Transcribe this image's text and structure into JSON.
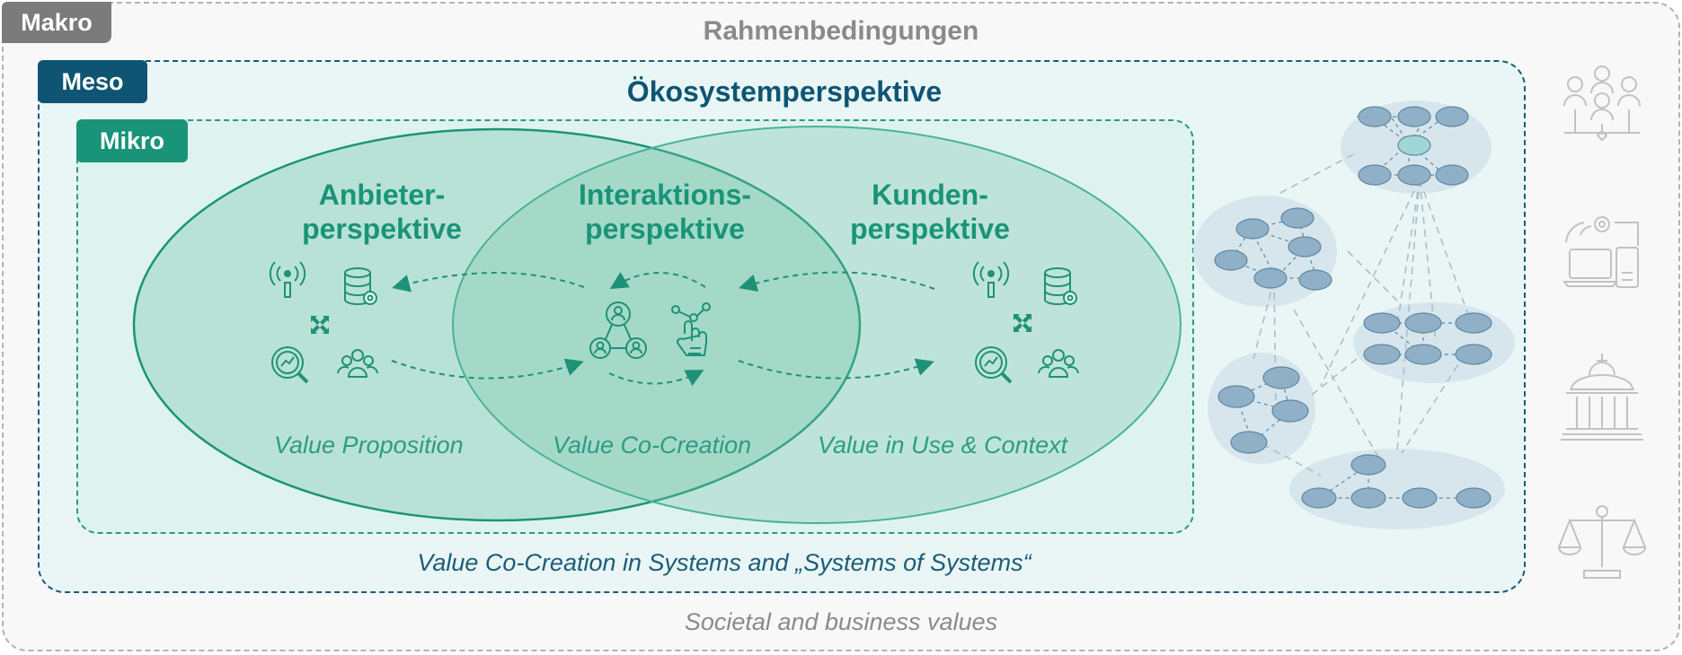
{
  "makro": {
    "tag": "Makro",
    "title": "Rahmenbedingungen",
    "footer": "Societal and business values"
  },
  "meso": {
    "tag": "Meso",
    "title": "Ökosystemperspektive",
    "footer": "Value Co-Creation in Systems and „Systems of Systems“"
  },
  "mikro": {
    "tag": "Mikro"
  },
  "perspectives": [
    {
      "line1": "Anbieter-",
      "line2": "perspektive",
      "value": "Value Proposition"
    },
    {
      "line1": "Interaktions-",
      "line2": "perspektive",
      "value": "Value Co-Creation"
    },
    {
      "line1": "Kunden-",
      "line2": "perspektive",
      "value": "Value in Use & Context"
    }
  ],
  "colors": {
    "makro": "#7a7a7a",
    "meso": "#0f5573",
    "mikro": "#1a9478",
    "node": "#8fb0c6"
  },
  "side_icons": [
    "people-group-icon",
    "computer-settings-icon",
    "institution-building-icon",
    "justice-scale-icon"
  ]
}
